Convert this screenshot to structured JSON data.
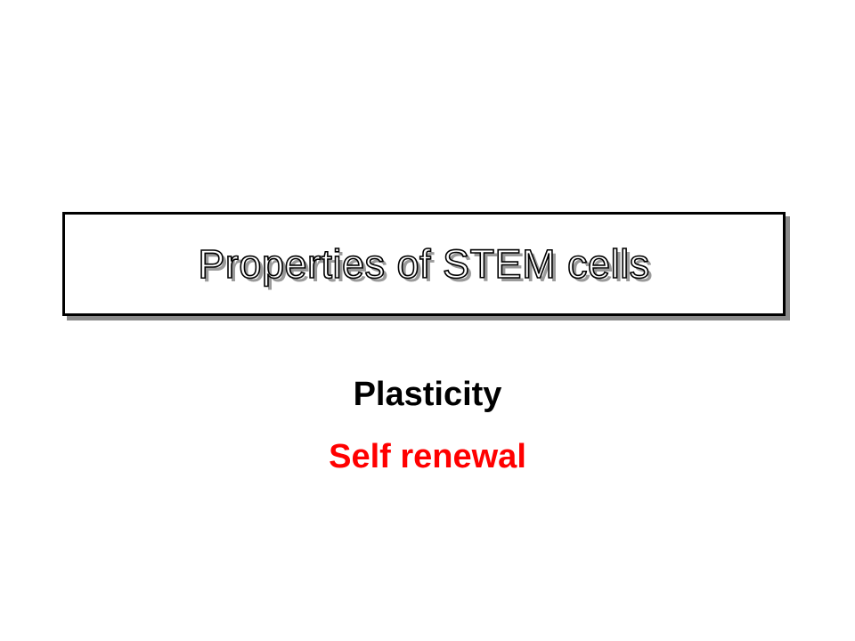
{
  "slide": {
    "title": "Properties of STEM cells",
    "bullets": [
      {
        "text": "Plasticity",
        "color": "#000000"
      },
      {
        "text": "Self renewal",
        "color": "#ff0000"
      }
    ]
  },
  "colors": {
    "background": "#ffffff",
    "title_border": "#000000",
    "shadow": "#8a8a8a",
    "accent": "#ff0000"
  }
}
